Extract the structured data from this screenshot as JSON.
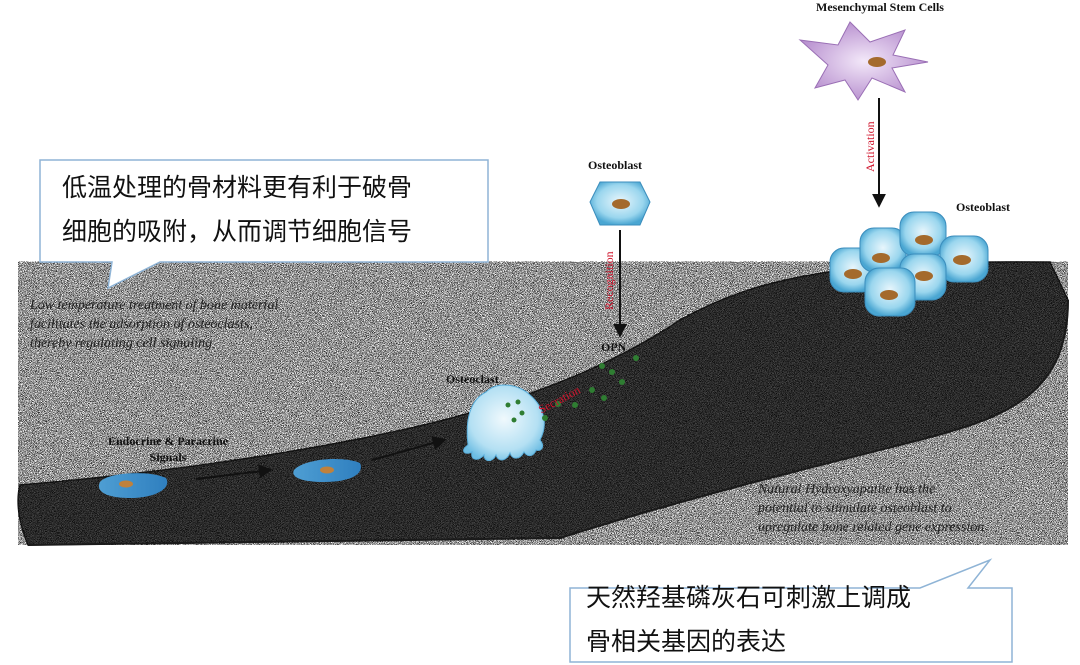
{
  "labels": {
    "msc": "Mesenchymal Stem Cells",
    "activation": "Activation",
    "osteoblast_right": "Osteoblast",
    "osteoblast_mid": "Osteoblast",
    "recognition": "Recognition",
    "opn": "OPN",
    "osteoclast": "Osteoclast",
    "secretion": "Secration",
    "signals_line1": "Endocrine & Paracrine",
    "signals_line2": "Signals"
  },
  "notes": {
    "left_en": "Low temperature treatment of bone material\nfacilitates the adsorption of osteoclasts,\nthereby regulating cell signaling",
    "right_en": "Natural Hydroxyapatite has the\npotential to stimulate osteoblast to\nupregulate bone related gene expression"
  },
  "callouts": {
    "left_cn": "低温处理的骨材料更有利于破骨\n细胞的吸附，从而调节细胞信号",
    "right_cn": "天然羟基磷灰石可刺激上调成\n骨相关基因的表达"
  },
  "colors": {
    "callout_border": "#8fb4d6",
    "label_red": "#d0142c",
    "cell_blue": "#8fd0ea",
    "nucleus": "#a46a2c",
    "msc_purple": "#c9a3dc",
    "opn_green": "#2f7d32"
  }
}
